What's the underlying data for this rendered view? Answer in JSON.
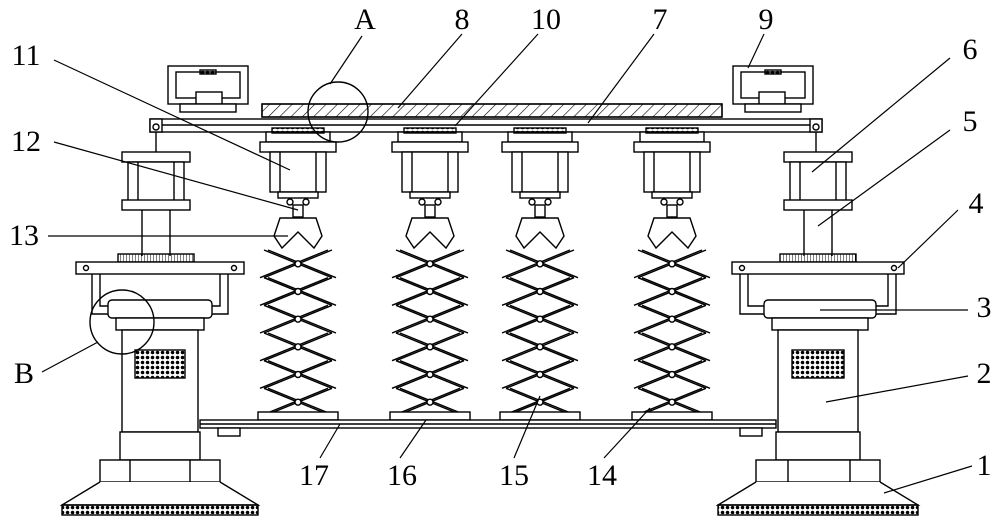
{
  "diagram": {
    "labels": {
      "1": "1",
      "2": "2",
      "3": "3",
      "4": "4",
      "5": "5",
      "6": "6",
      "7": "7",
      "8": "8",
      "9": "9",
      "10": "10",
      "11": "11",
      "12": "12",
      "13": "13",
      "14": "14",
      "15": "15",
      "16": "16",
      "17": "17",
      "A": "A",
      "B": "B"
    },
    "line_color": "#000000",
    "fill_color": "#ffffff"
  }
}
